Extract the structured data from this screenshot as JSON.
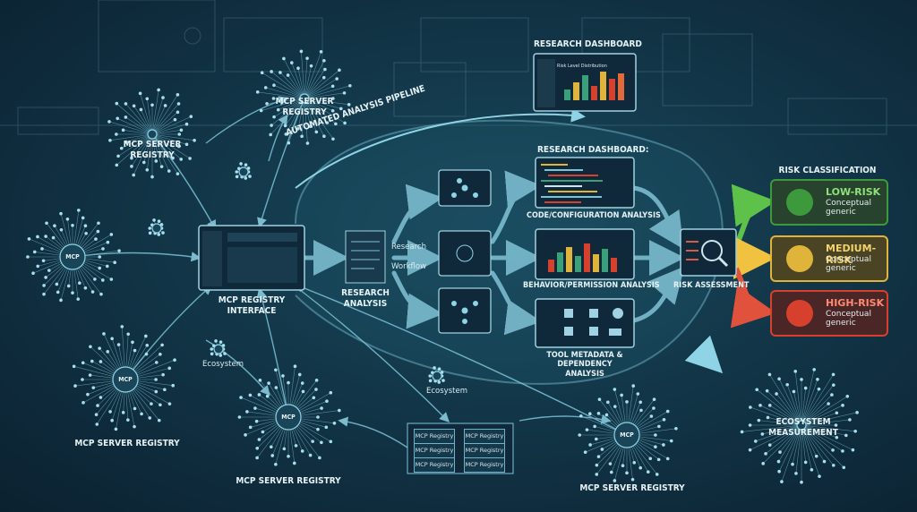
{
  "labels": {
    "research_dashboard_top": "RESEARCH DASHBOARD",
    "research_dashboard_mid": "RESEARCH DASHBOARD:",
    "pipeline": "AUTOMATED ANALYSIS PIPELINE",
    "mcp_registry_top": "MCP SERVER REGISTRY",
    "mcp_registry_left": "MCP SERVER REGISTRY",
    "mcp_registry_bottom_left": "MCP SERVER REGISTRY",
    "mcp_registry_bottom_mid": "MCP SERVER REGISTRY",
    "mcp_registry_bottom_right": "MCP SERVER REGISTRY",
    "registry_interface": "MCP REGISTRY INTERFACE",
    "research_analysis": "RESEARCH ANALYSIS",
    "research": "Research",
    "workflow": "Workflow",
    "code_analysis": "CODE/CONFIGURATION ANALYSIS",
    "behavior_analysis": "BEHAVIOR/PERMISSION ANALYSIS",
    "tool_metadata": "TOOL METADATA & DEPENDENCY ANALYSIS",
    "risk_assessment": "RISK ASSESSMENT",
    "risk_classification": "RISK CLASSIFICATION",
    "ecosystem": "Ecosystem",
    "ecosystem_measurement": "ECOSYSTEM MEASUREMENT",
    "mcp_node": "MCP"
  },
  "risk_levels": [
    {
      "title": "LOW-RISK",
      "sub1": "Conceptual",
      "sub2": "generic",
      "color": "#3c9a3c",
      "title_color": "#8fe07a",
      "bg": "#27432e"
    },
    {
      "title": "MEDIUM-RISK",
      "sub1": "Conceptual",
      "sub2": "generic",
      "color": "#e0b43a",
      "title_color": "#f3d36a",
      "bg": "#4a4324"
    },
    {
      "title": "HIGH-RISK",
      "sub1": "Conceptual",
      "sub2": "generic",
      "color": "#d8402e",
      "title_color": "#ff8a72",
      "bg": "#4a2626"
    }
  ],
  "registry_buttons": [
    "MCP Registry",
    "MCP Registry",
    "MCP Registry",
    "MCP Registry",
    "MCP Registry",
    "MCP Registry"
  ],
  "dashboard_caption": "Risk Level Distribution"
}
